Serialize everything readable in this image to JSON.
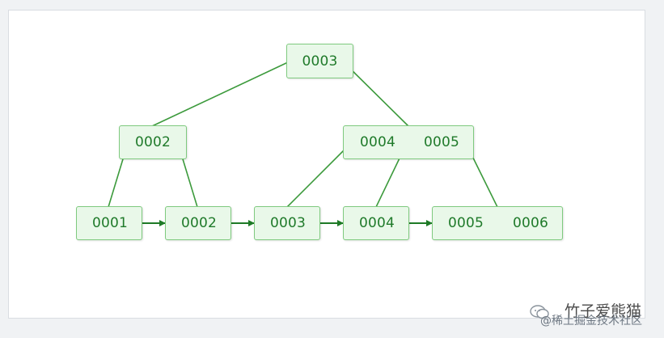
{
  "diagram": {
    "nodes": [
      {
        "id": "root",
        "keys": [
          "0003"
        ]
      },
      {
        "id": "inner-left",
        "keys": [
          "0002"
        ]
      },
      {
        "id": "inner-right",
        "keys": [
          "0004",
          "0005"
        ]
      },
      {
        "id": "leaf-1",
        "keys": [
          "0001"
        ]
      },
      {
        "id": "leaf-2",
        "keys": [
          "0002"
        ]
      },
      {
        "id": "leaf-3",
        "keys": [
          "0003"
        ]
      },
      {
        "id": "leaf-4",
        "keys": [
          "0004"
        ]
      },
      {
        "id": "leaf-5",
        "keys": [
          "0005",
          "0006"
        ]
      }
    ],
    "edges": [
      {
        "from": "root",
        "to": "inner-left"
      },
      {
        "from": "root",
        "to": "inner-right"
      },
      {
        "from": "inner-left",
        "to": "leaf-1"
      },
      {
        "from": "inner-left",
        "to": "leaf-2"
      },
      {
        "from": "inner-right",
        "to": "leaf-3"
      },
      {
        "from": "inner-right",
        "to": "leaf-4"
      },
      {
        "from": "inner-right",
        "to": "leaf-5"
      }
    ],
    "leaf_links": [
      {
        "from": "leaf-1",
        "to": "leaf-2"
      },
      {
        "from": "leaf-2",
        "to": "leaf-3"
      },
      {
        "from": "leaf-3",
        "to": "leaf-4"
      },
      {
        "from": "leaf-4",
        "to": "leaf-5"
      }
    ]
  },
  "watermark": {
    "main": "竹子爱熊猫",
    "sub": "@稀土掘金技术社区"
  },
  "colors": {
    "node_fill": "#e9f8e9",
    "node_border": "#7fca7f",
    "edge": "#3c9a3c",
    "arrow": "#2e7d32",
    "text": "#1f7a2a"
  }
}
